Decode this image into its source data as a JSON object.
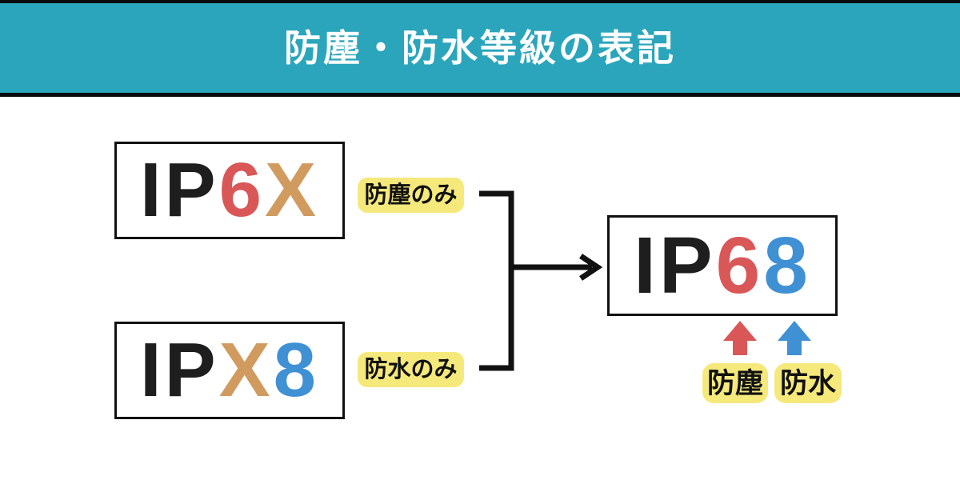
{
  "header": {
    "title": "防塵・防水等級の表記",
    "background_color": "#2BA5BC",
    "text_color": "#FFFFFF"
  },
  "colors": {
    "ip_black": "#1E1E1E",
    "dust_red": "#D95757",
    "unrated_tan": "#D19A5F",
    "water_blue": "#4090D4",
    "label_yellow": "#F6E97C",
    "line_black": "#111111"
  },
  "diagram": {
    "source_boxes": [
      {
        "id": "ip6x",
        "segments": [
          {
            "text": "IP",
            "color": "#1E1E1E"
          },
          {
            "text": "6",
            "color": "#D95757"
          },
          {
            "text": "X",
            "color": "#D19A5F"
          }
        ],
        "label": "防塵のみ"
      },
      {
        "id": "ipx8",
        "segments": [
          {
            "text": "IP",
            "color": "#1E1E1E"
          },
          {
            "text": "X",
            "color": "#D19A5F"
          },
          {
            "text": "8",
            "color": "#4090D4"
          }
        ],
        "label": "防水のみ"
      }
    ],
    "result_box": {
      "id": "ip68",
      "segments": [
        {
          "text": "IP",
          "color": "#1E1E1E"
        },
        {
          "text": "6",
          "color": "#D95757"
        },
        {
          "text": "8",
          "color": "#4090D4"
        }
      ],
      "pointers": [
        {
          "label": "防塵",
          "arrow_color": "#D95757"
        },
        {
          "label": "防水",
          "arrow_color": "#4090D4"
        }
      ]
    }
  }
}
